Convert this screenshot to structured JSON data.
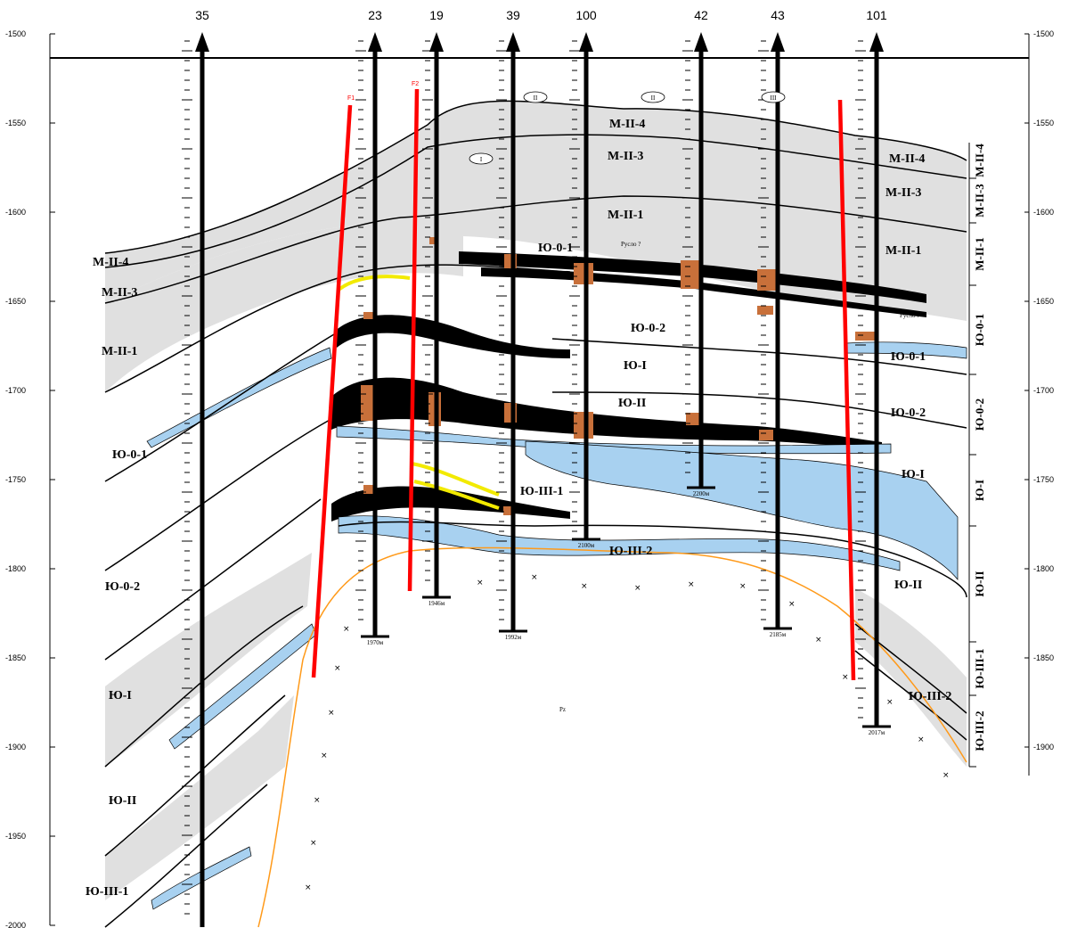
{
  "axis": {
    "depth_min": -1500,
    "depth_max": -2000,
    "left_ticks": [
      "-1500",
      "-1550",
      "-1600",
      "-1650",
      "-1700",
      "-1750",
      "-1800",
      "-1850",
      "-1900",
      "-1950",
      "-2000"
    ],
    "right_ticks": [
      "-1500",
      "-1550",
      "-1600",
      "-1650",
      "-1700",
      "-1750",
      "-1800",
      "-1850",
      "-1900"
    ]
  },
  "wells": [
    {
      "id": "35"
    },
    {
      "id": "23",
      "td": "1970м"
    },
    {
      "id": "19",
      "td": "1946м"
    },
    {
      "id": "39",
      "td": "1992м"
    },
    {
      "id": "100",
      "td": "2100м"
    },
    {
      "id": "42",
      "td": "2200м"
    },
    {
      "id": "43",
      "td": "2185м"
    },
    {
      "id": "101",
      "td": "2017м"
    }
  ],
  "faults": [
    "F1",
    "F2"
  ],
  "layer_labels": {
    "m2_4_left": "М-II-4",
    "m2_3_left": "М-II-3",
    "m2_1_left": "М-II-1",
    "yu01_left": "Ю-0-1",
    "yu02_left": "Ю-0-2",
    "yu1_left": "Ю-I",
    "yu2_left": "Ю-II",
    "yu31_left": "Ю-III-1",
    "m2_4_center": "М-II-4",
    "m2_3_center": "М-II-3",
    "m2_1_center": "М-II-1",
    "yu01_center": "Ю-0-1",
    "yu02_center": "Ю-0-2",
    "yu1_center": "Ю-I",
    "yu2_center": "Ю-II",
    "yu31_center": "Ю-III-1",
    "yu32_center": "Ю-III-2",
    "m2_4_right": "М-II-4",
    "m2_3_right": "М-II-3",
    "m2_1_right": "М-II-1",
    "yu01_right": "Ю-0-1",
    "yu02_right": "Ю-0-2",
    "yu1_right": "Ю-I",
    "yu2_right": "Ю-II",
    "yu32_right": "Ю-III-2",
    "channel_1": "Русло ?",
    "channel_2": "Русло ?",
    "basement": "Pz"
  },
  "side_column": [
    "М-II-4",
    "М-II-3",
    "М-II-1",
    "Ю-0-1",
    "Ю-0-2",
    "Ю-I",
    "Ю-II",
    "Ю-III-1",
    "Ю-III-2"
  ],
  "markers": [
    "II",
    "II",
    "III",
    "I"
  ],
  "colors": {
    "grey_layer": "#e0e0e0",
    "water_blue": "#a8d1f0",
    "oil_black": "#000000",
    "core_brown": "#c8703a",
    "fault_red": "#ff0000",
    "basement_orange": "#ff9a1a",
    "coal_yellow": "#f2ea00"
  }
}
